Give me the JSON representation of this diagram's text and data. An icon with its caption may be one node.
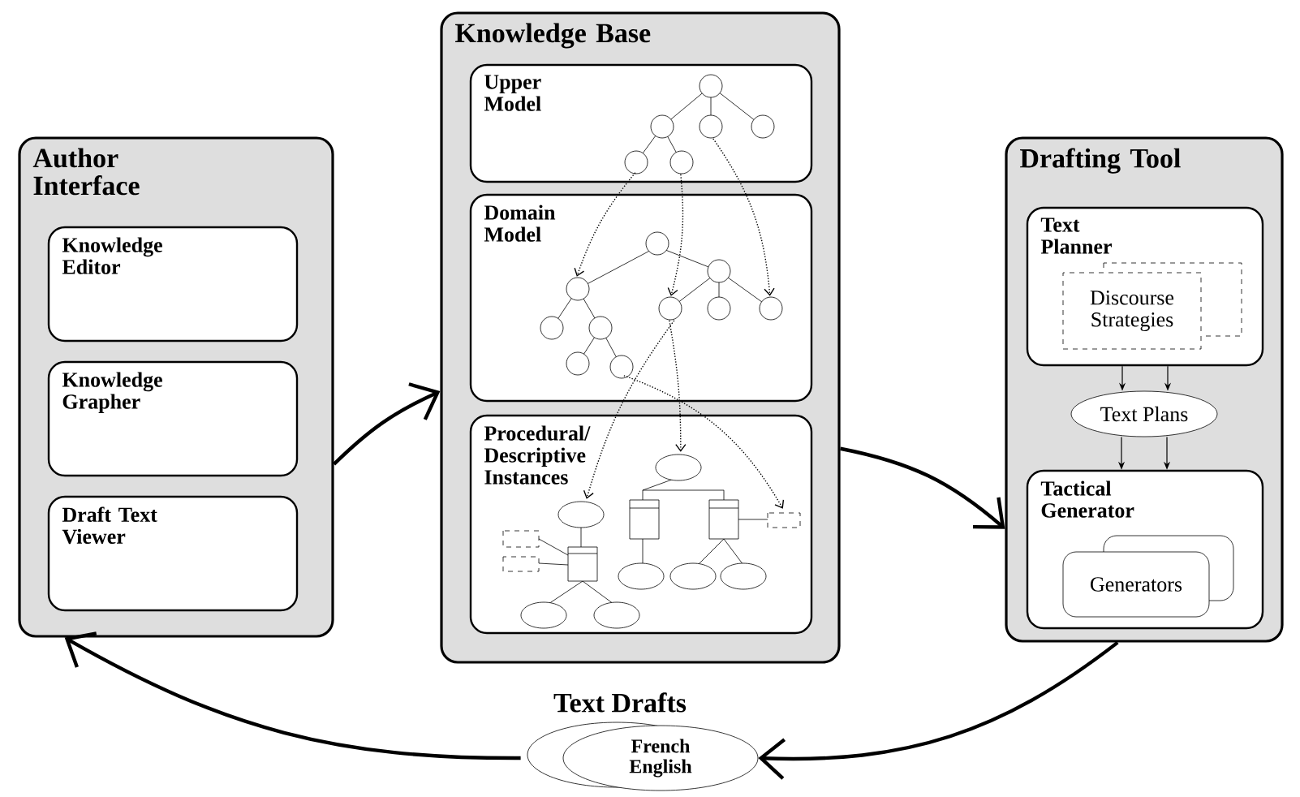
{
  "diagram": {
    "nodes": [
      {
        "text": [
          "Author Interface"
        ]
      },
      {
        "text": [
          "Knowledge Editor"
        ],
        "in": 0
      },
      {
        "text": [
          "Knowledge Grapher"
        ],
        "in": 0
      },
      {
        "text": [
          "Draft Text Viewer"
        ],
        "in": 0
      },
      {
        "text": [
          "Knowledge Base"
        ]
      },
      {
        "text": [
          "Upper Model"
        ],
        "in": 4
      },
      {
        "text": [
          "Domain Model"
        ],
        "in": 4
      },
      {
        "text": [
          "Procedural/ Descriptive Instances"
        ],
        "in": 4
      },
      {
        "text": [
          "Drafting Tool"
        ]
      },
      {
        "text": [
          "Text Planner"
        ],
        "in": 8
      },
      {
        "text": [
          "Discourse Strategies"
        ],
        "in": 9
      },
      {
        "text": [
          "Text Plans"
        ],
        "in": 8
      },
      {
        "text": [
          "Tactical Generator"
        ],
        "in": 8
      },
      {
        "text": [
          "Generators"
        ],
        "in": 12
      },
      {
        "text": [
          "Text Drafts",
          "French",
          "English"
        ]
      }
    ],
    "edges": [
      {
        "from": 0,
        "to": 4,
        "arrow": "to",
        "style": "thick"
      },
      {
        "from": 4,
        "to": 8,
        "arrow": "to",
        "style": "thick"
      },
      {
        "from": 8,
        "to": 14,
        "arrow": "to",
        "style": "thick"
      },
      {
        "from": 14,
        "to": 0,
        "arrow": "to",
        "style": "thick"
      },
      {
        "from": 9,
        "to": 11,
        "arrow": "to"
      },
      {
        "from": 9,
        "to": 11,
        "arrow": "to"
      },
      {
        "from": 11,
        "to": 12,
        "arrow": "to"
      },
      {
        "from": 11,
        "to": 12,
        "arrow": "to"
      },
      {
        "from": 5,
        "to": 6,
        "arrow": "to",
        "style": "dashed"
      },
      {
        "from": 5,
        "to": 6,
        "arrow": "to",
        "style": "dashed"
      },
      {
        "from": 5,
        "to": 6,
        "arrow": "to",
        "style": "dashed"
      },
      {
        "from": 6,
        "to": 7,
        "arrow": "to",
        "style": "dashed"
      },
      {
        "from": 6,
        "to": 7,
        "arrow": "to",
        "style": "dashed"
      },
      {
        "from": 6,
        "to": 7,
        "arrow": "to",
        "style": "dashed"
      }
    ]
  }
}
